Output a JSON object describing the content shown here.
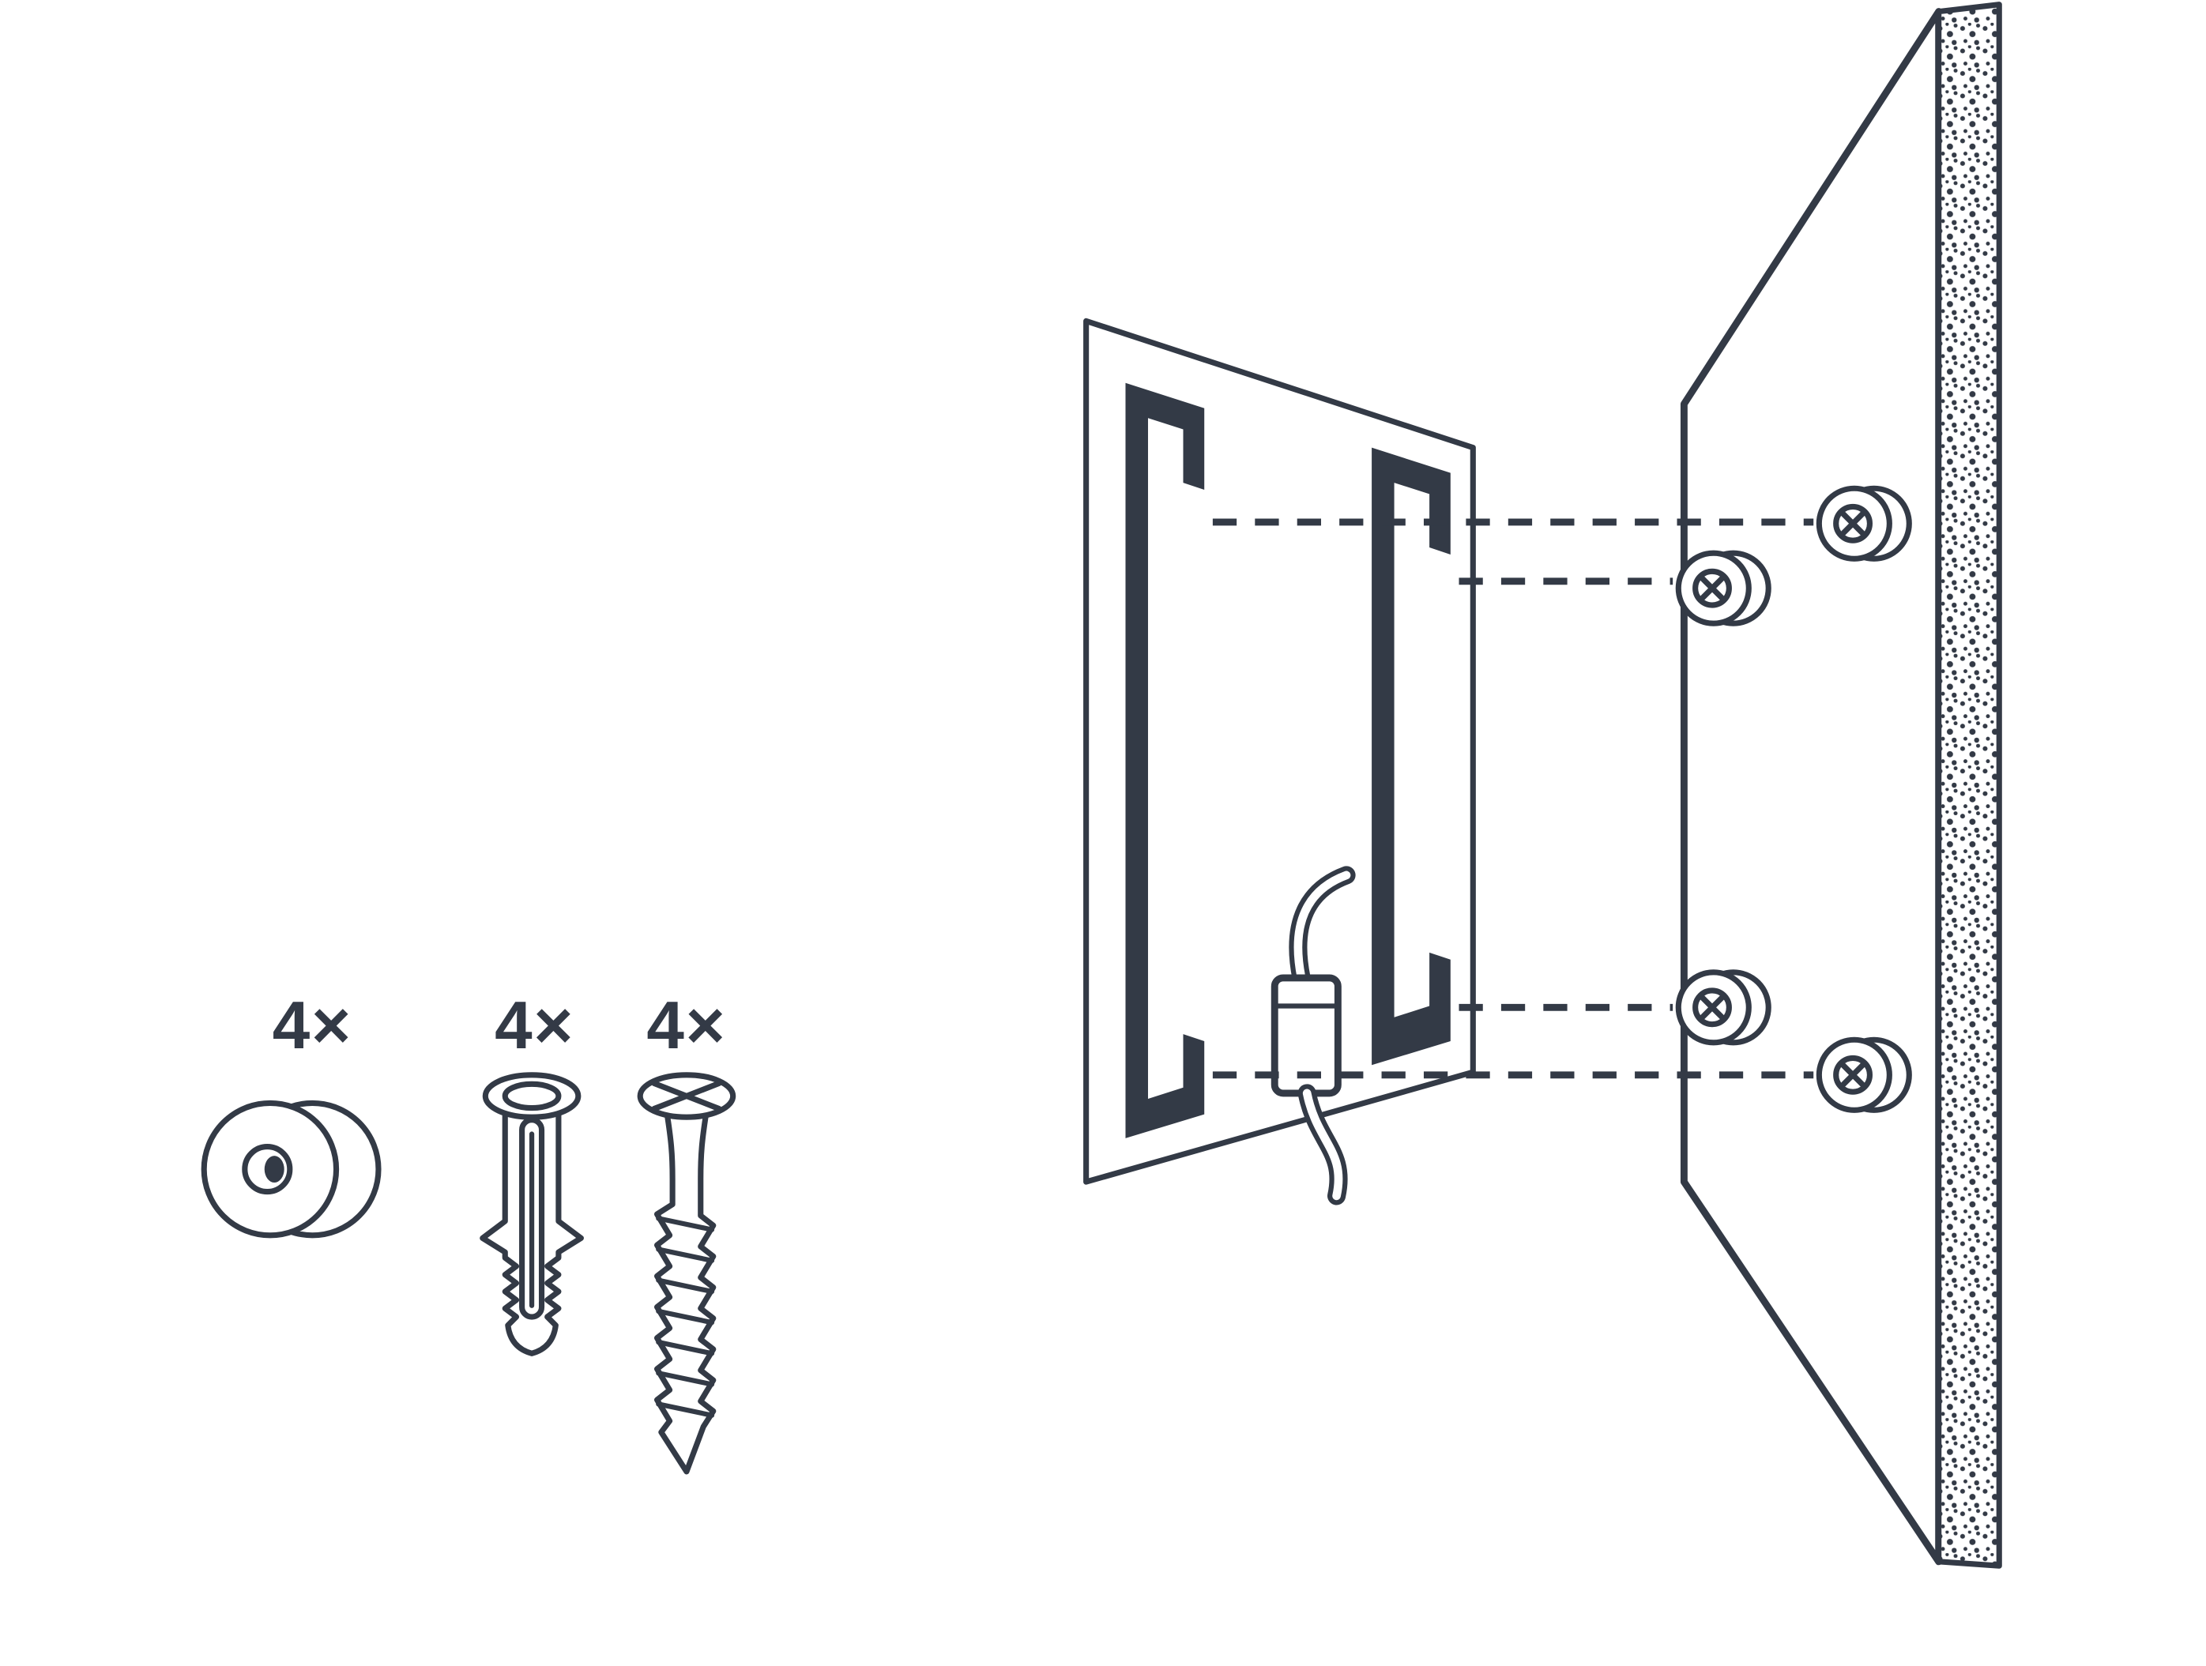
{
  "diagram": {
    "title_hidden": "",
    "background": "#ffffff",
    "line_color": "#333a46",
    "legend": {
      "items": [
        {
          "icon": "mounting-button-icon",
          "qty_label": "4×"
        },
        {
          "icon": "wall-plug-icon",
          "qty_label": "4×"
        },
        {
          "icon": "screw-icon",
          "qty_label": "4×"
        }
      ]
    },
    "scene": {
      "components": [
        "mirror-back-panel",
        "mounting-rail-left",
        "mounting-rail-right",
        "power-cable",
        "power-plug",
        "wall-panel",
        "wall-edge-texture",
        "wall-button-top-left",
        "wall-button-top-right",
        "wall-button-bottom-left",
        "wall-button-bottom-right",
        "alignment-guides"
      ]
    }
  }
}
